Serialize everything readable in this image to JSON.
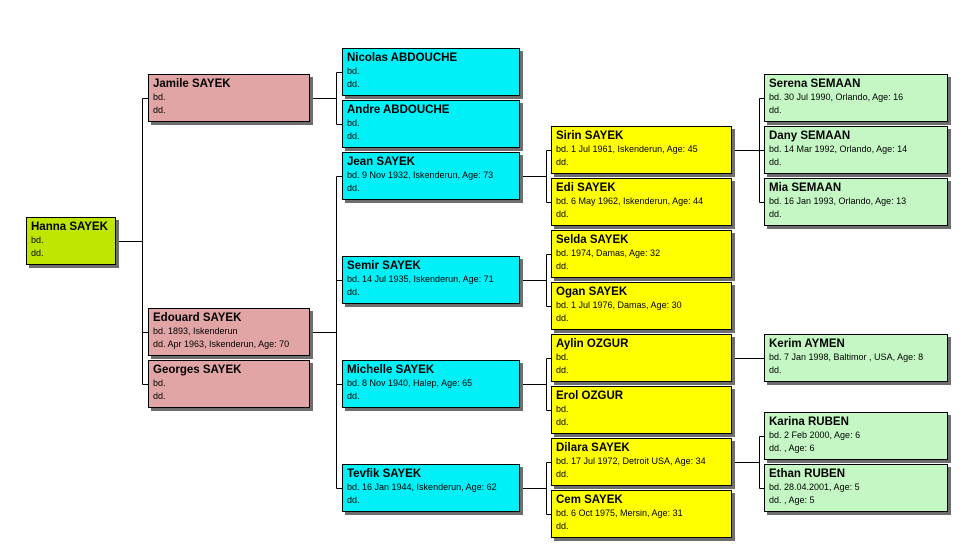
{
  "colors": {
    "root": "#bfe600",
    "parents": "#e2a5a5",
    "siblings": "#00f0f8",
    "children": "#ffff00",
    "grandchildren": "#c4f7c4",
    "lines": "#000000"
  },
  "people": [
    {
      "id": "hanna",
      "color": "green",
      "name": "Hanna SAYEK",
      "birth": "bd.",
      "death": "dd."
    },
    {
      "id": "jamile",
      "color": "pink",
      "name": "Jamile SAYEK",
      "birth": "bd.",
      "death": "dd."
    },
    {
      "id": "edouard",
      "color": "pink",
      "name": "Edouard SAYEK",
      "birth": "bd. 1893, Iskenderun",
      "death": "dd. Apr 1963, Iskenderun, Age: 70"
    },
    {
      "id": "georges",
      "color": "pink",
      "name": "Georges SAYEK",
      "birth": "bd.",
      "death": "dd."
    },
    {
      "id": "nicolas",
      "color": "cyan",
      "name": "Nicolas ABDOUCHE",
      "birth": "bd.",
      "death": "dd."
    },
    {
      "id": "andre",
      "color": "cyan",
      "name": "Andre ABDOUCHE",
      "birth": "bd.",
      "death": "dd."
    },
    {
      "id": "jean",
      "color": "cyan",
      "name": "Jean SAYEK",
      "birth": "bd. 9 Nov 1932, Iskenderun, Age: 73",
      "death": "dd."
    },
    {
      "id": "semir",
      "color": "cyan",
      "name": "Semir SAYEK",
      "birth": "bd. 14 Jul 1935, Iskenderun, Age: 71",
      "death": "dd."
    },
    {
      "id": "michelle",
      "color": "cyan",
      "name": "Michelle SAYEK",
      "birth": "bd. 8 Nov 1940, Halep, Age: 65",
      "death": "dd."
    },
    {
      "id": "tevfik",
      "color": "cyan",
      "name": "Tevfik SAYEK",
      "birth": "bd. 16 Jan 1944, Iskenderun, Age: 62",
      "death": "dd."
    },
    {
      "id": "sirin",
      "color": "yellow",
      "name": "Sirin SAYEK",
      "birth": "bd. 1 Jul 1961, Iskenderun, Age: 45",
      "death": "dd."
    },
    {
      "id": "edi",
      "color": "yellow",
      "name": "Edi SAYEK",
      "birth": "bd. 6 May 1962, Iskenderun, Age: 44",
      "death": "dd."
    },
    {
      "id": "selda",
      "color": "yellow",
      "name": "Selda SAYEK",
      "birth": "bd. 1974, Damas, Age: 32",
      "death": "dd."
    },
    {
      "id": "ogan",
      "color": "yellow",
      "name": "Ogan SAYEK",
      "birth": "bd. 1 Jul 1976, Damas, Age: 30",
      "death": "dd."
    },
    {
      "id": "aylin",
      "color": "yellow",
      "name": "Aylin OZGUR",
      "birth": "bd.",
      "death": "dd."
    },
    {
      "id": "erol",
      "color": "yellow",
      "name": "Erol OZGUR",
      "birth": "bd.",
      "death": "dd."
    },
    {
      "id": "dilara",
      "color": "yellow",
      "name": "Dilara SAYEK",
      "birth": "bd. 17 Jul 1972, Detroit  USA, Age: 34",
      "death": "dd."
    },
    {
      "id": "cem",
      "color": "yellow",
      "name": "Cem SAYEK",
      "birth": "bd. 6 Oct 1975, Mersin, Age: 31",
      "death": "dd."
    },
    {
      "id": "serena",
      "color": "lgreen",
      "name": "Serena SEMAAN",
      "birth": "bd. 30 Jul 1990, Orlando, Age: 16",
      "death": "dd."
    },
    {
      "id": "dany",
      "color": "lgreen",
      "name": "Dany SEMAAN",
      "birth": "bd. 14 Mar 1992, Orlando, Age: 14",
      "death": "dd."
    },
    {
      "id": "mia",
      "color": "lgreen",
      "name": "Mia SEMAAN",
      "birth": "bd. 16 Jan 1993, Orlando, Age: 13",
      "death": "dd."
    },
    {
      "id": "kerim",
      "color": "lgreen",
      "name": "Kerim AYMEN",
      "birth": "bd. 7 Jan 1998, Baltimor , USA, Age: 8",
      "death": "dd."
    },
    {
      "id": "karina",
      "color": "lgreen",
      "name": "Karina RUBEN",
      "birth": "bd. 2 Feb 2000, Age: 6",
      "death": "dd. , Age: 6"
    },
    {
      "id": "ethan",
      "color": "lgreen",
      "name": "Ethan RUBEN",
      "birth": "bd. 28.04.2001, Age: 5",
      "death": "dd. , Age: 5"
    }
  ]
}
